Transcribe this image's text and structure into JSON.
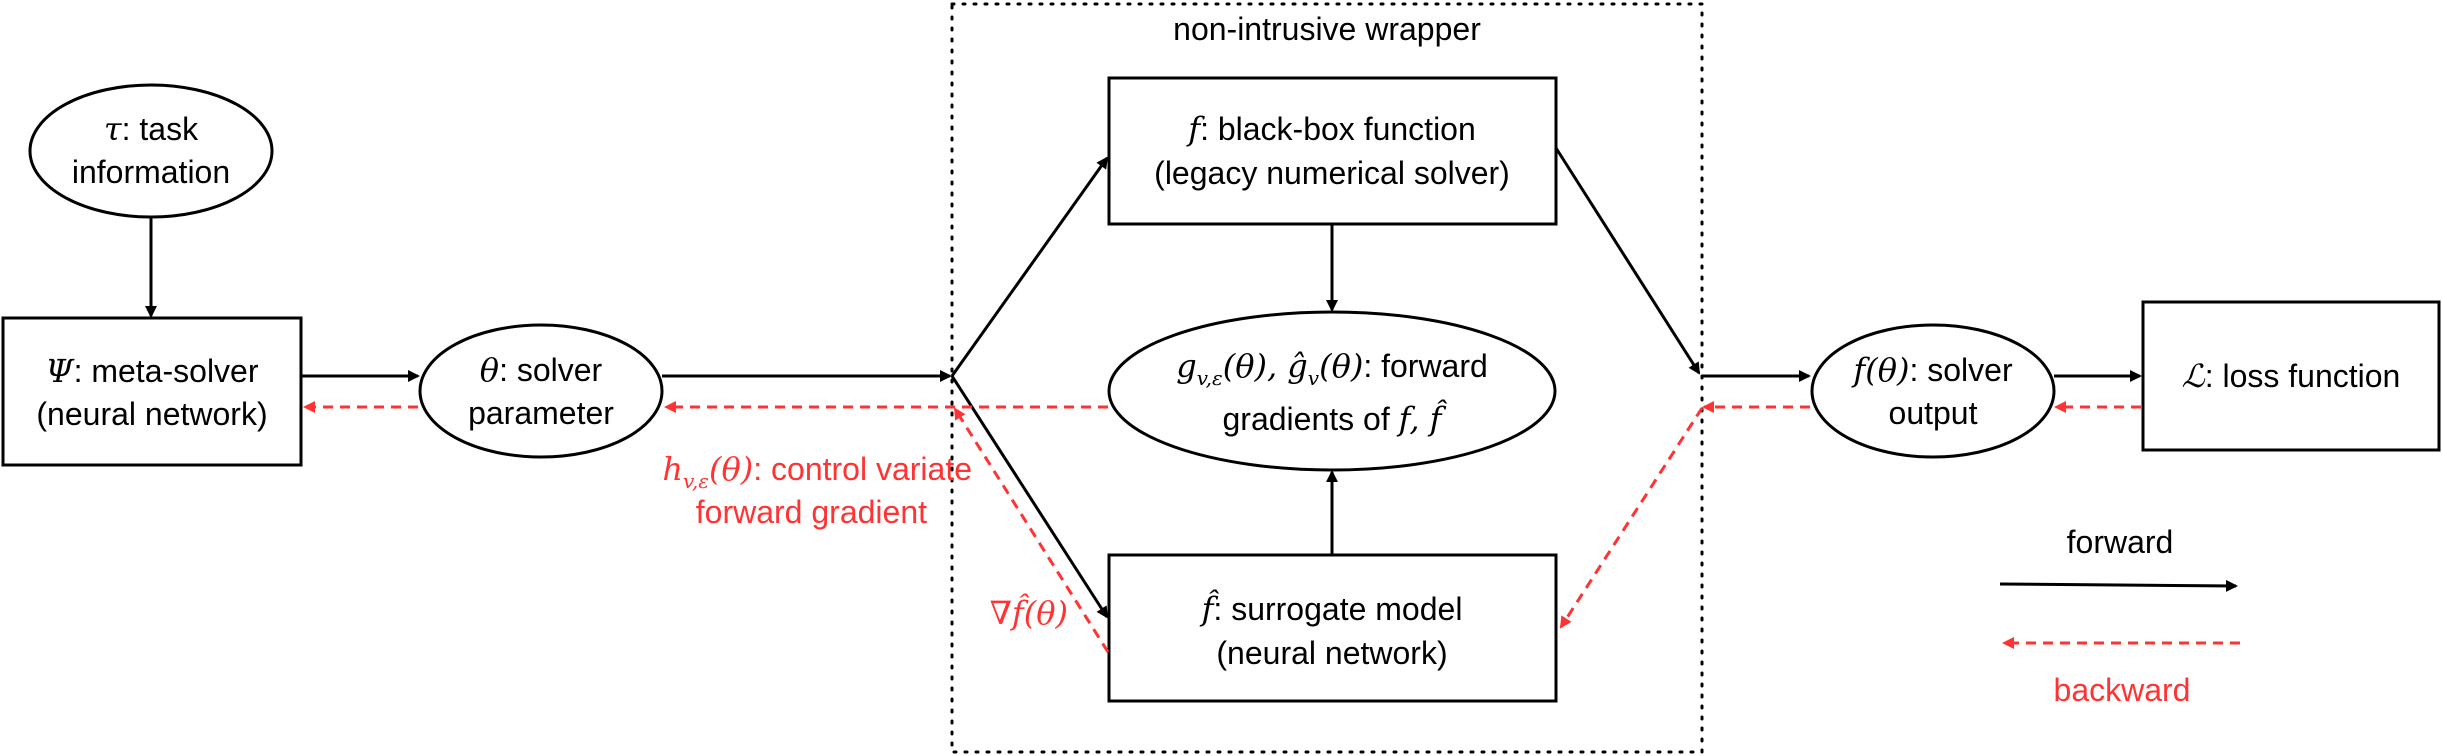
{
  "colors": {
    "forward": "#000000",
    "backward": "#ff3333",
    "background": "#ffffff"
  },
  "wrapper": {
    "title": "non-intrusive wrapper"
  },
  "nodes": {
    "task": {
      "symbol": "τ",
      "suffix": ":  task",
      "line2": "information"
    },
    "meta_solver": {
      "symbol": "Ψ",
      "suffix": ": meta-solver",
      "line2": "(neural network)"
    },
    "solver_param": {
      "symbol": "θ",
      "suffix": ": solver",
      "line2": "parameter"
    },
    "black_box": {
      "symbol": "f",
      "suffix": ": black-box function",
      "line2": "(legacy numerical solver)"
    },
    "forward_gradients": {
      "line1_math": "g",
      "line1_sub": "v,ε",
      "line1_mid": "(θ), ĝ",
      "line1_sub2": "v",
      "line1_end": "(θ)",
      "line1_text": ": forward",
      "line2_text": "gradients of ",
      "line2_math": "f, f̂"
    },
    "surrogate": {
      "symbol": "f̂",
      "suffix": ": surrogate model",
      "line2": "(neural network)"
    },
    "solver_output": {
      "symbol": "f(θ)",
      "suffix": ": solver",
      "line2": "output"
    },
    "loss": {
      "symbol": "ℒ",
      "suffix": ": loss function"
    }
  },
  "annotations": {
    "control_variate": {
      "math": "h",
      "sub": "v,ε",
      "math_end": "(θ)",
      "text": ": control variate",
      "line2": "forward gradient"
    },
    "surrogate_grad": {
      "math": "∇f̂(θ)"
    }
  },
  "legend": {
    "forward": "forward",
    "backward": "backward"
  }
}
